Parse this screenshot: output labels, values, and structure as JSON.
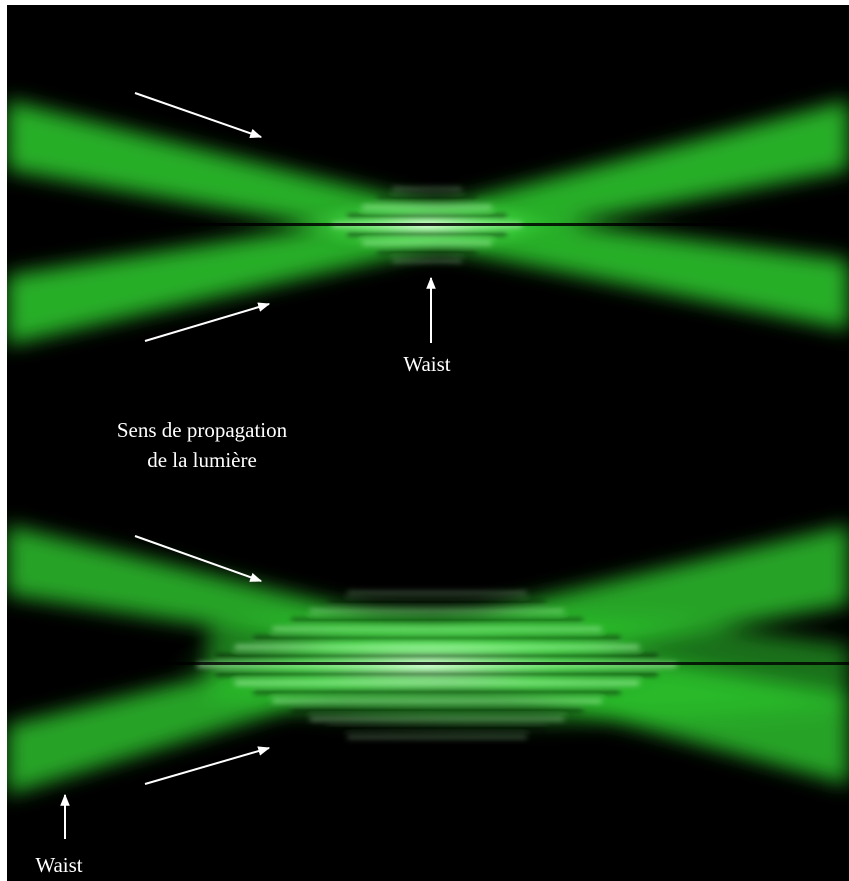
{
  "figure": {
    "background_color": "#000000",
    "frame_color": "#ffffff",
    "beam_color": "#2ecc2e",
    "fringe_highlight_color": "#c8ffc8",
    "arrow_color": "#ffffff"
  },
  "top_panel": {
    "waist_label": "Waist"
  },
  "middle_text": {
    "line1": "Sens de propagation",
    "line2": "de la lumière"
  },
  "bottom_panel": {
    "waist_label": "Waist"
  }
}
